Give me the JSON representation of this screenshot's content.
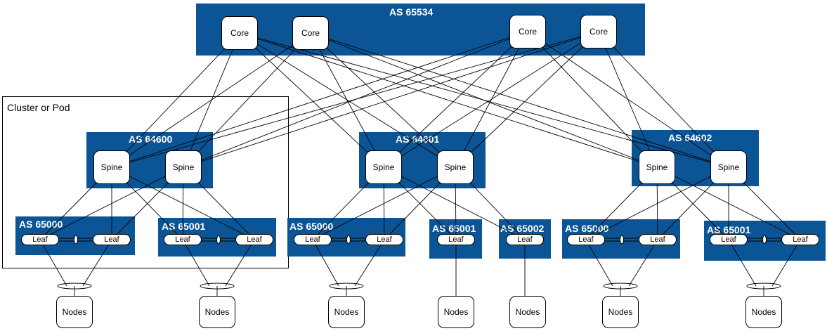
{
  "diagram": {
    "cluster_label": "Cluster or Pod",
    "as_labels": {
      "core": "AS 65534",
      "pod1": "AS 64600",
      "pod2": "AS 64601",
      "pod3": "AS 64602",
      "p1_leafA": "AS 65000",
      "p1_leafB": "AS 65001",
      "p2_leafA": "AS 65000",
      "p2_leafB": "AS 65001",
      "p2_leafC": "AS 65002",
      "p3_leafA": "AS 65000",
      "p3_leafB": "AS 65001"
    },
    "node_labels": {
      "core": "Core",
      "spine": "Spine",
      "leaf": "Leaf",
      "nodes": "Nodes"
    }
  }
}
